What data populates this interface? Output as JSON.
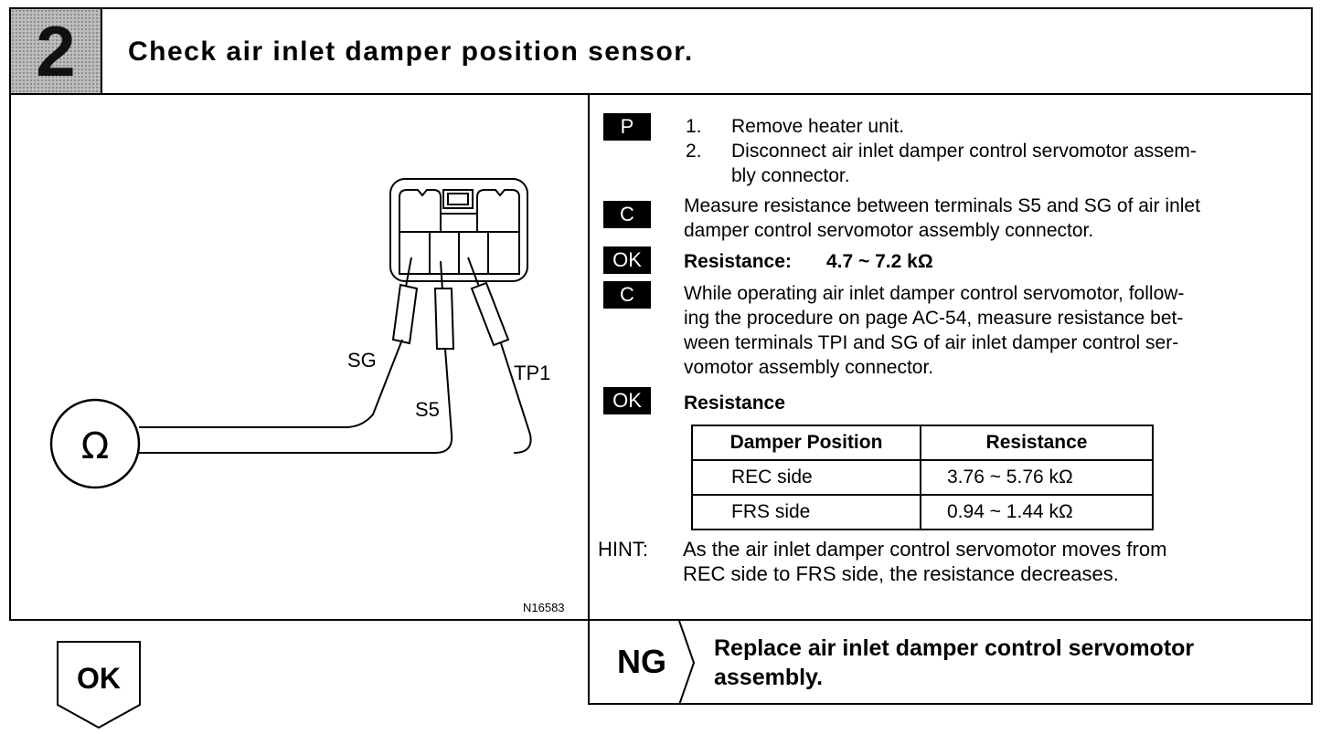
{
  "header": {
    "step_number": "2",
    "title": "Check air inlet damper position sensor."
  },
  "diagram": {
    "labels": {
      "sg": "SG",
      "s5": "S5",
      "tp1": "TP1",
      "ohm": "Ω"
    },
    "figure_number": "N16583"
  },
  "badges": {
    "p": "P",
    "c": "C",
    "ok": "OK"
  },
  "steps": {
    "p_items": [
      {
        "num": "1.",
        "text": "Remove heater unit."
      },
      {
        "num": "2.",
        "text_line1": "Disconnect air inlet damper control servomotor assem-",
        "text_line2": "bly connector."
      }
    ],
    "c1_line1": "Measure resistance between terminals S5 and SG of air inlet",
    "c1_line2": "damper control servomotor assembly connector.",
    "ok1_label": "Resistance:",
    "ok1_value": "4.7 ~ 7.2 kΩ",
    "c2_line1": "While operating air inlet damper control servomotor, follow-",
    "c2_line2": "ing the procedure on page AC-54, measure resistance bet-",
    "c2_line3": "ween terminals TPI and SG of air inlet damper control ser-",
    "c2_line4": "vomotor assembly connector.",
    "ok2_label": "Resistance"
  },
  "table": {
    "headers": [
      "Damper Position",
      "Resistance"
    ],
    "rows": [
      [
        "REC side",
        "3.76 ~ 5.76 kΩ"
      ],
      [
        "FRS side",
        "0.94 ~ 1.44 kΩ"
      ]
    ]
  },
  "hint": {
    "label": "HINT:",
    "line1": "As the air inlet damper control servomotor moves from",
    "line2": "REC side to FRS side, the resistance decreases."
  },
  "result": {
    "ok_label": "OK",
    "ng_label": "NG",
    "ng_line1": "Replace air inlet damper control servomotor",
    "ng_line2": "assembly."
  }
}
